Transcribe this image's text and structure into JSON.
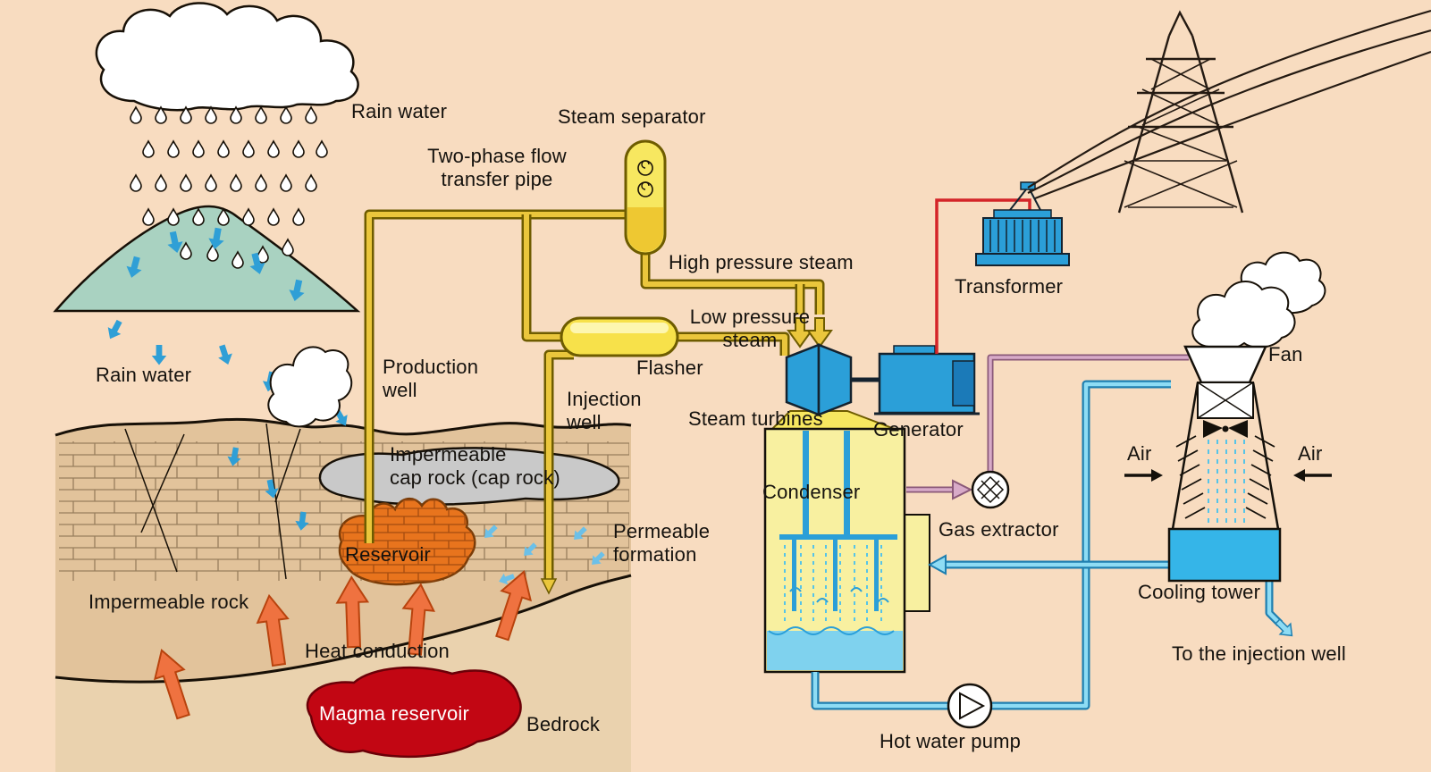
{
  "labels": {
    "rain_water_top": "Rain water",
    "steam_separator": "Steam separator",
    "two_phase_pipe": "Two-phase flow\ntransfer pipe",
    "high_pressure_steam": "High pressure steam",
    "low_pressure_steam": "Low pressure\nsteam",
    "flasher": "Flasher",
    "production_well": "Production\nwell",
    "injection_well": "Injection\nwell",
    "rain_water_left": "Rain water",
    "impermeable_cap_rock": "Impermeable\ncap rock (cap rock)",
    "reservoir": "Reservoir",
    "permeable_formation": "Permeable\nformation",
    "impermeable_rock": "Impermeable rock",
    "heat_conduction": "Heat conduction",
    "magma_reservoir": "Magma reservoir",
    "bedrock": "Bedrock",
    "steam_turbines": "Steam turbines",
    "generator": "Generator",
    "transformer": "Transformer",
    "condenser": "Condenser",
    "gas_extractor": "Gas extractor",
    "fan": "Fan",
    "air_left": "Air",
    "air_right": "Air",
    "cooling_tower": "Cooling tower",
    "to_injection_well": "To the injection well",
    "hot_water_pump": "Hot water pump"
  },
  "colors": {
    "background": "#f8dcc0",
    "steam_pipe_yellow": "#eac63c",
    "pipe_outline_olive": "#6e5c00",
    "vessel_yellow": "#f7e760",
    "condenser_pale_yellow": "#f8f0a0",
    "equipment_blue": "#2b9fd8",
    "water_light_blue": "#8edcf4",
    "water_pipe_outline": "#1f7fb0",
    "gas_pipe_pink": "#d8aac8",
    "reservoir_orange": "#e8741d",
    "magma_red": "#c20613",
    "mountain_teal": "#a9d2c1",
    "ground_tan": "#e2c39b",
    "bedrock_tan": "#ead2ae",
    "cap_rock_gray": "#c9c9c9",
    "heat_arrow_orange": "#ef7240",
    "rain_arrow_blue": "#2f9fd6",
    "wire_red": "#d42428",
    "basin_blue": "#35b5e8"
  }
}
